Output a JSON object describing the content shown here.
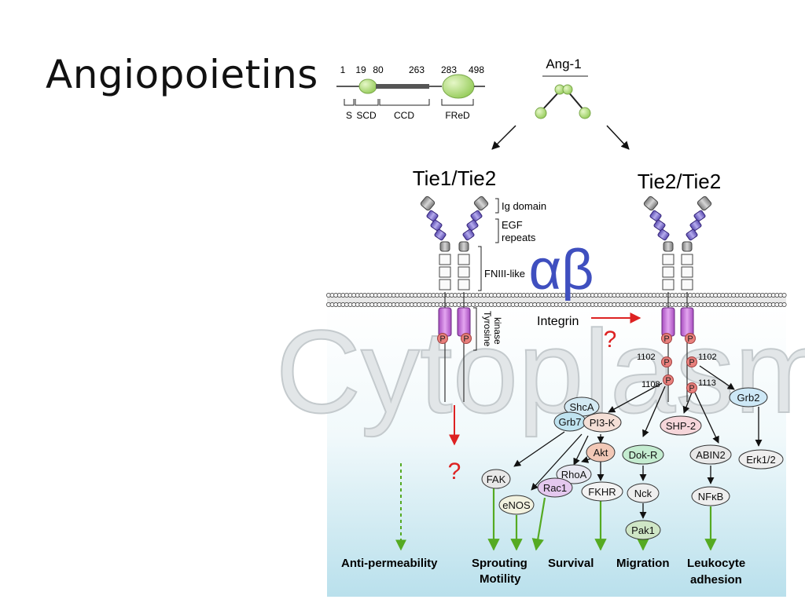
{
  "slide": {
    "title": "Angiopoietins"
  },
  "domain_map": {
    "positions": [
      "1",
      "19",
      "80",
      "263",
      "283",
      "498"
    ],
    "segments": [
      "S",
      "SCD",
      "CCD",
      "FReD"
    ]
  },
  "ligand": {
    "name": "Ang-1"
  },
  "receptors": {
    "left": "Tie1/Tie2",
    "right": "Tie2/Tie2"
  },
  "receptor_labels": {
    "ig": "Ig domain",
    "egf_1": "EGF",
    "egf_2": "repeats",
    "fn": "FNIII-like",
    "tk_1": "Tyrosine",
    "tk_2": "kinase"
  },
  "integrin": {
    "symbol": "αβ",
    "label": "Integrin"
  },
  "watermark": "Cytoplasm",
  "unknown_mark": "?",
  "phospho": {
    "p": "P",
    "sites": {
      "y1102_left": "1102",
      "y1102_right": "1102",
      "y1108": "1108",
      "y1113": "1113"
    }
  },
  "molecules": {
    "shca": "ShcA",
    "grb7": "Grb7",
    "pi3k": "PI3-K",
    "akt": "Akt",
    "fak": "FAK",
    "enos": "eNOS",
    "rhoa": "RhoA",
    "rac1": "Rac1",
    "fkhr": "FKHR",
    "dokr": "Dok-R",
    "nck": "Nck",
    "pak1": "Pak1",
    "shp2": "SHP-2",
    "abin2": "ABIN2",
    "nfkb": "NFκB",
    "grb2": "Grb2",
    "erk": "Erk1/2"
  },
  "outcomes": {
    "anti_permeability": "Anti-permeability",
    "sprouting": "Sprouting",
    "motility": "Motility",
    "survival": "Survival",
    "migration": "Migration",
    "leukocyte": "Leukocyte",
    "adhesion": "adhesion"
  },
  "colors": {
    "ig_domain": "#9c9c9c",
    "egf_repeat": "#7b6bc4",
    "kinase": "#c46ad8",
    "phospho": "#e8807c",
    "arrow_red": "#dd2222",
    "arrow_green": "#55aa22",
    "cytoplasm_bottom": "#bfe3ee",
    "ang1": "#a6d86a"
  }
}
